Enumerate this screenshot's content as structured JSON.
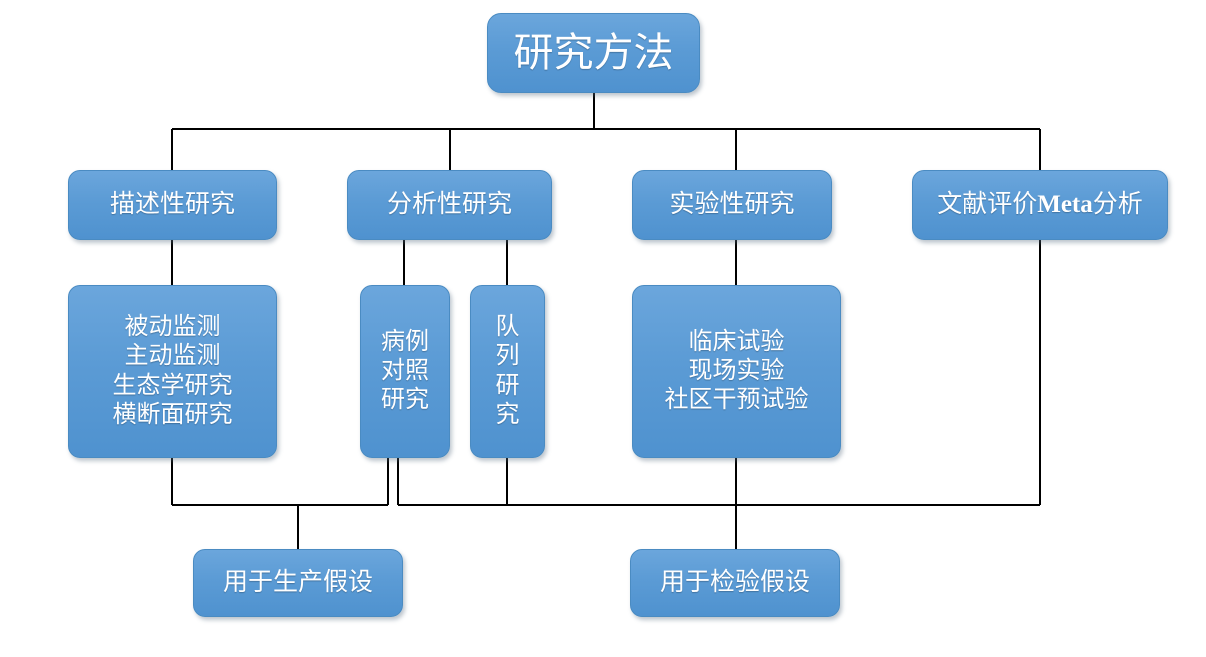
{
  "diagram": {
    "type": "flowchart",
    "title_node": {
      "label": "研究方法"
    },
    "background_color": "#ffffff",
    "node_fill_color": "#5b9bd5",
    "node_border_color": "#4a8bc2",
    "node_text_color": "#ffffff",
    "connector_color": "#000000",
    "level2": [
      {
        "id": "descriptive",
        "label": "描述性研究"
      },
      {
        "id": "analytical",
        "label": "分析性研究"
      },
      {
        "id": "experimental",
        "label": "实验性研究"
      },
      {
        "id": "meta",
        "label_part1": "文献评价",
        "label_bold": "Meta",
        "label_part2": "分析"
      }
    ],
    "level3": {
      "descriptive_list": {
        "lines": [
          "被动监测",
          "主动监测",
          "生态学研究",
          "横断面研究"
        ]
      },
      "case_control": {
        "lines": [
          "病例",
          "对照",
          "研究"
        ]
      },
      "cohort": {
        "lines": [
          "队",
          "列",
          "研",
          "究"
        ]
      },
      "trials": {
        "lines": [
          "临床试验",
          "现场实验",
          "社区干预试验"
        ]
      }
    },
    "outcomes": [
      {
        "id": "generate",
        "label": "用于生产假设"
      },
      {
        "id": "test",
        "label": "用于检验假设"
      }
    ]
  }
}
